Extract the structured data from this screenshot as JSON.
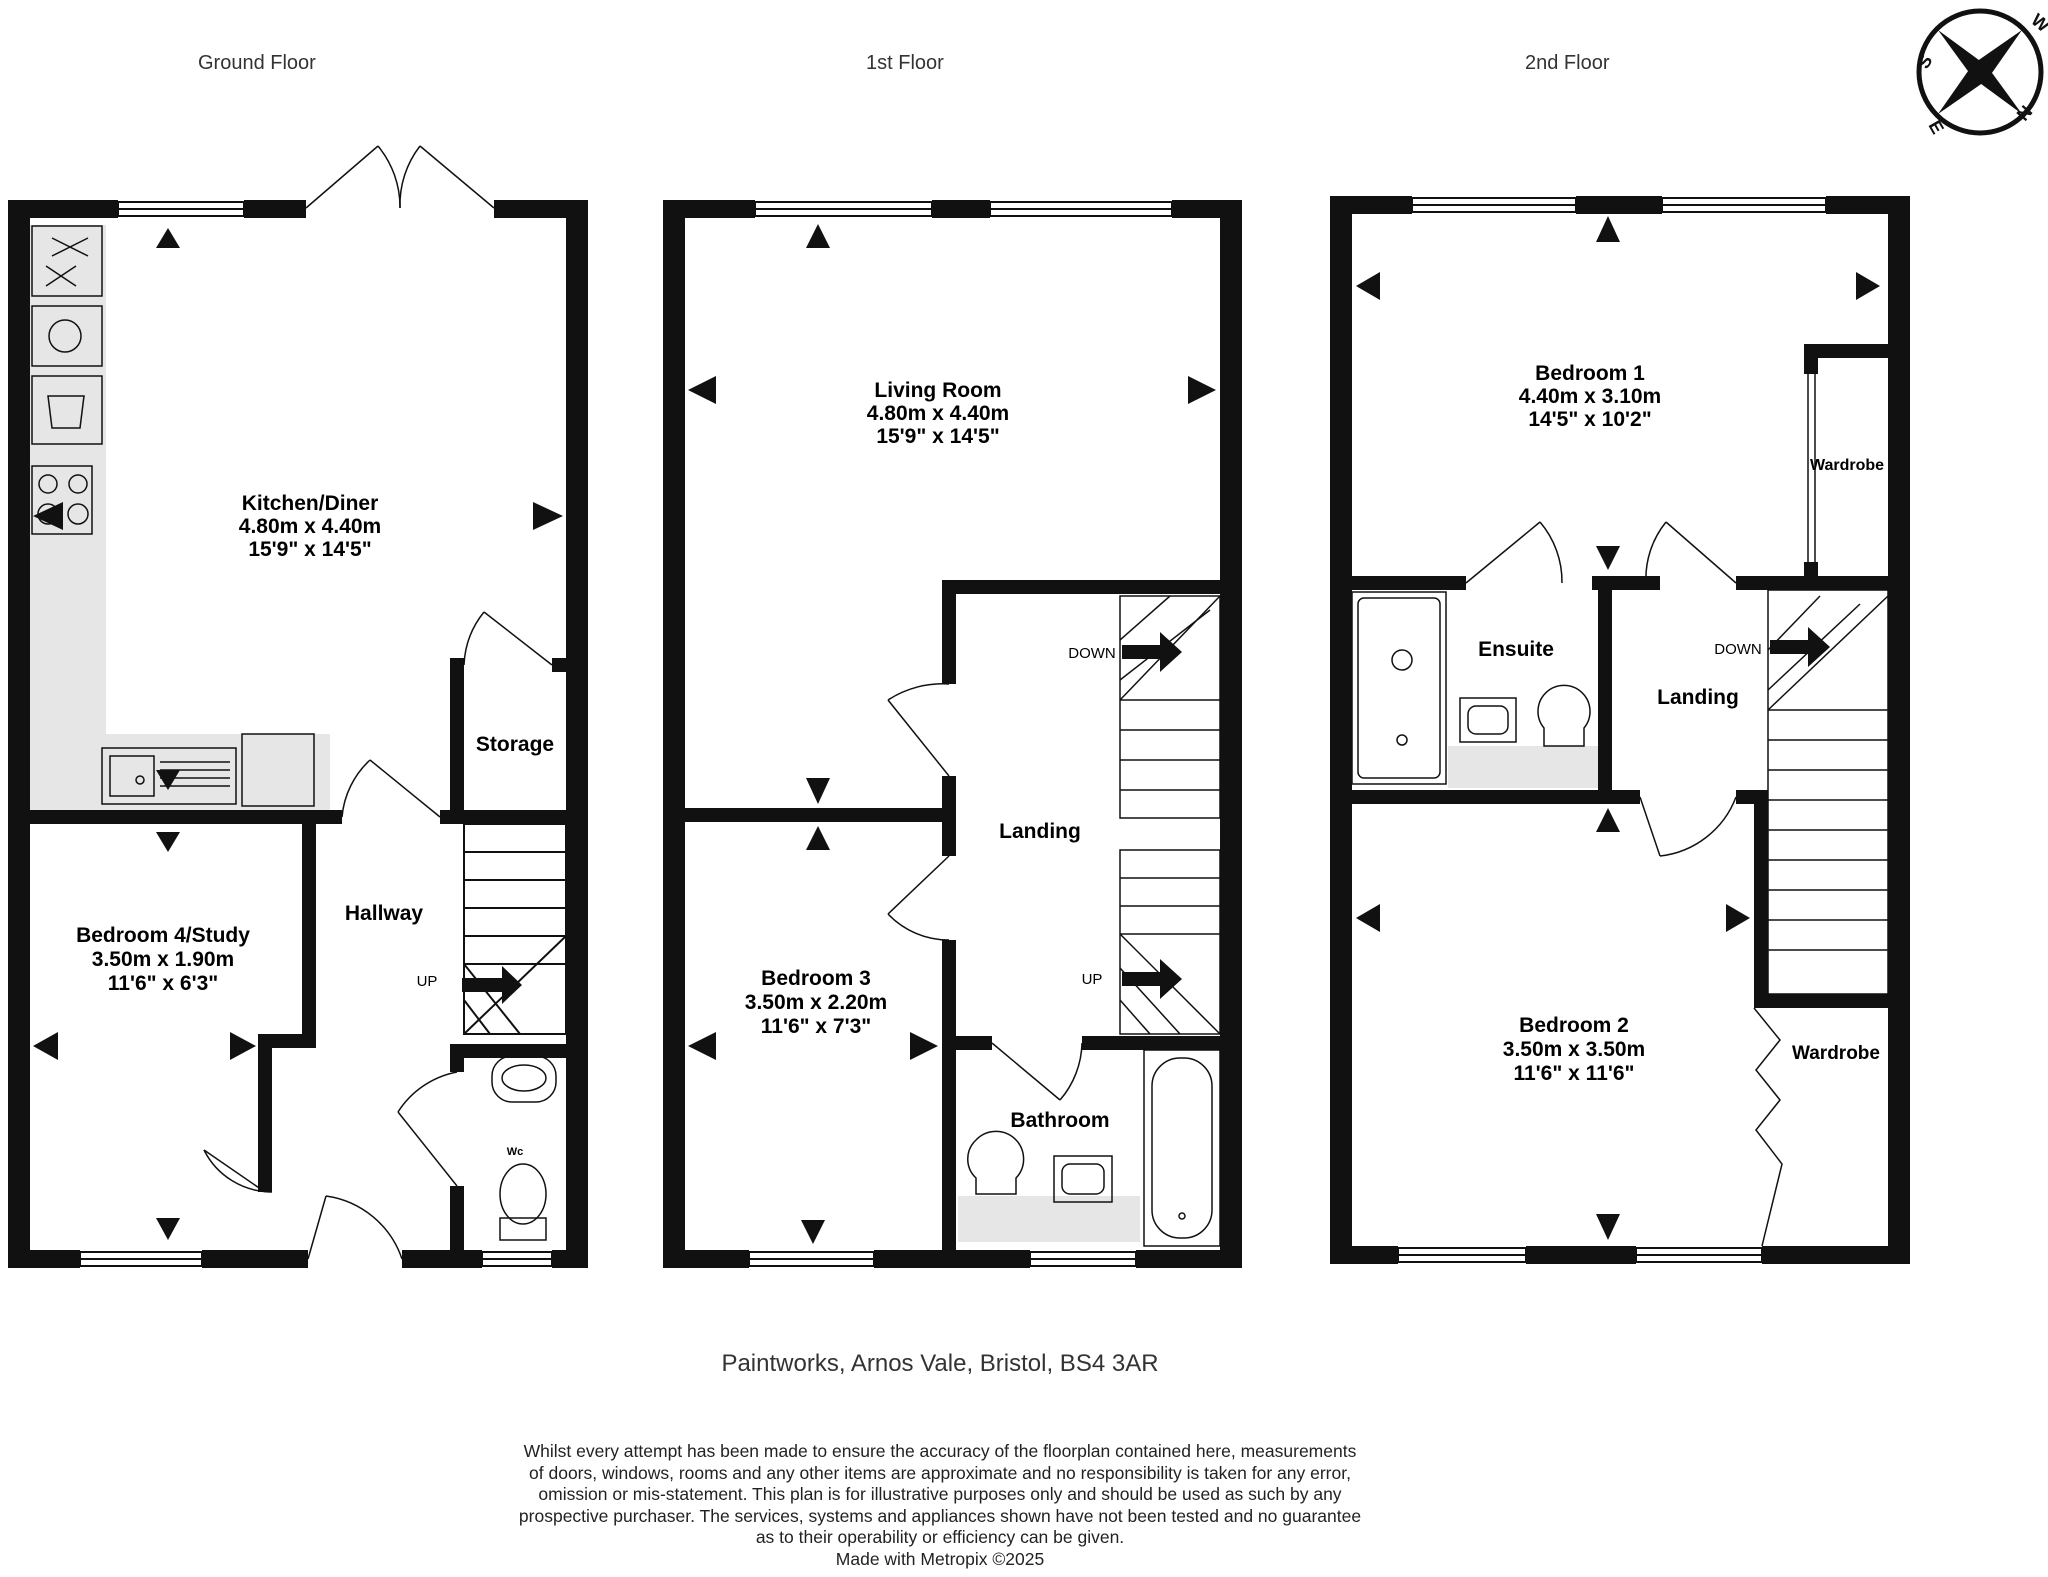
{
  "floors": {
    "ground": {
      "title": "Ground Floor",
      "rooms": {
        "kitchen": {
          "name": "Kitchen/Diner",
          "metric": "4.80m  x 4.40m",
          "imperial": "15'9\"  x 14'5\""
        },
        "storage": {
          "name": "Storage"
        },
        "hallway": {
          "name": "Hallway"
        },
        "bedroom4": {
          "name": "Bedroom 4/Study",
          "metric": "3.50m  x 1.90m",
          "imperial": "11'6\"  x 6'3\""
        }
      },
      "stairs_label": "UP",
      "wc_label": "Wc"
    },
    "first": {
      "title": "1st Floor",
      "rooms": {
        "living": {
          "name": "Living Room",
          "metric": "4.80m  x 4.40m",
          "imperial": "15'9\"  x 14'5\""
        },
        "landing": {
          "name": "Landing"
        },
        "bedroom3": {
          "name": "Bedroom 3",
          "metric": "3.50m  x 2.20m",
          "imperial": "11'6\"  x 7'3\""
        },
        "bathroom": {
          "name": "Bathroom"
        }
      },
      "stairs_down": "DOWN",
      "stairs_up": "UP"
    },
    "second": {
      "title": "2nd Floor",
      "rooms": {
        "bedroom1": {
          "name": "Bedroom 1",
          "metric": "4.40m  x 3.10m",
          "imperial": "14'5\"  x 10'2\""
        },
        "wardrobe1": {
          "name": "Wardrobe"
        },
        "ensuite": {
          "name": "Ensuite"
        },
        "landing": {
          "name": "Landing"
        },
        "bedroom2": {
          "name": "Bedroom 2",
          "metric": "3.50m  x 3.50m",
          "imperial": "11'6\"  x 11'6\""
        },
        "wardrobe2": {
          "name": "Wardrobe"
        }
      },
      "stairs_down": "DOWN"
    }
  },
  "compass": {
    "n": "N",
    "s": "S",
    "e": "E",
    "w": "W"
  },
  "address": "Paintworks, Arnos Vale, Bristol, BS4 3AR",
  "disclaimer": [
    "Whilst every attempt has been made to ensure the accuracy of the floorplan contained here, measurements",
    "of doors, windows, rooms and any other items are approximate and no responsibility is taken for any error,",
    "omission or mis-statement. This plan is for illustrative purposes only and should be used as such by any",
    "prospective purchaser. The services, systems and appliances shown have not been tested and no guarantee",
    "as to their operability or efficiency can be given.",
    "Made with Metropix ©2025"
  ],
  "colors": {
    "wall": "#111111",
    "fitting_shade": "#e6e6e6",
    "text": "#222222"
  }
}
